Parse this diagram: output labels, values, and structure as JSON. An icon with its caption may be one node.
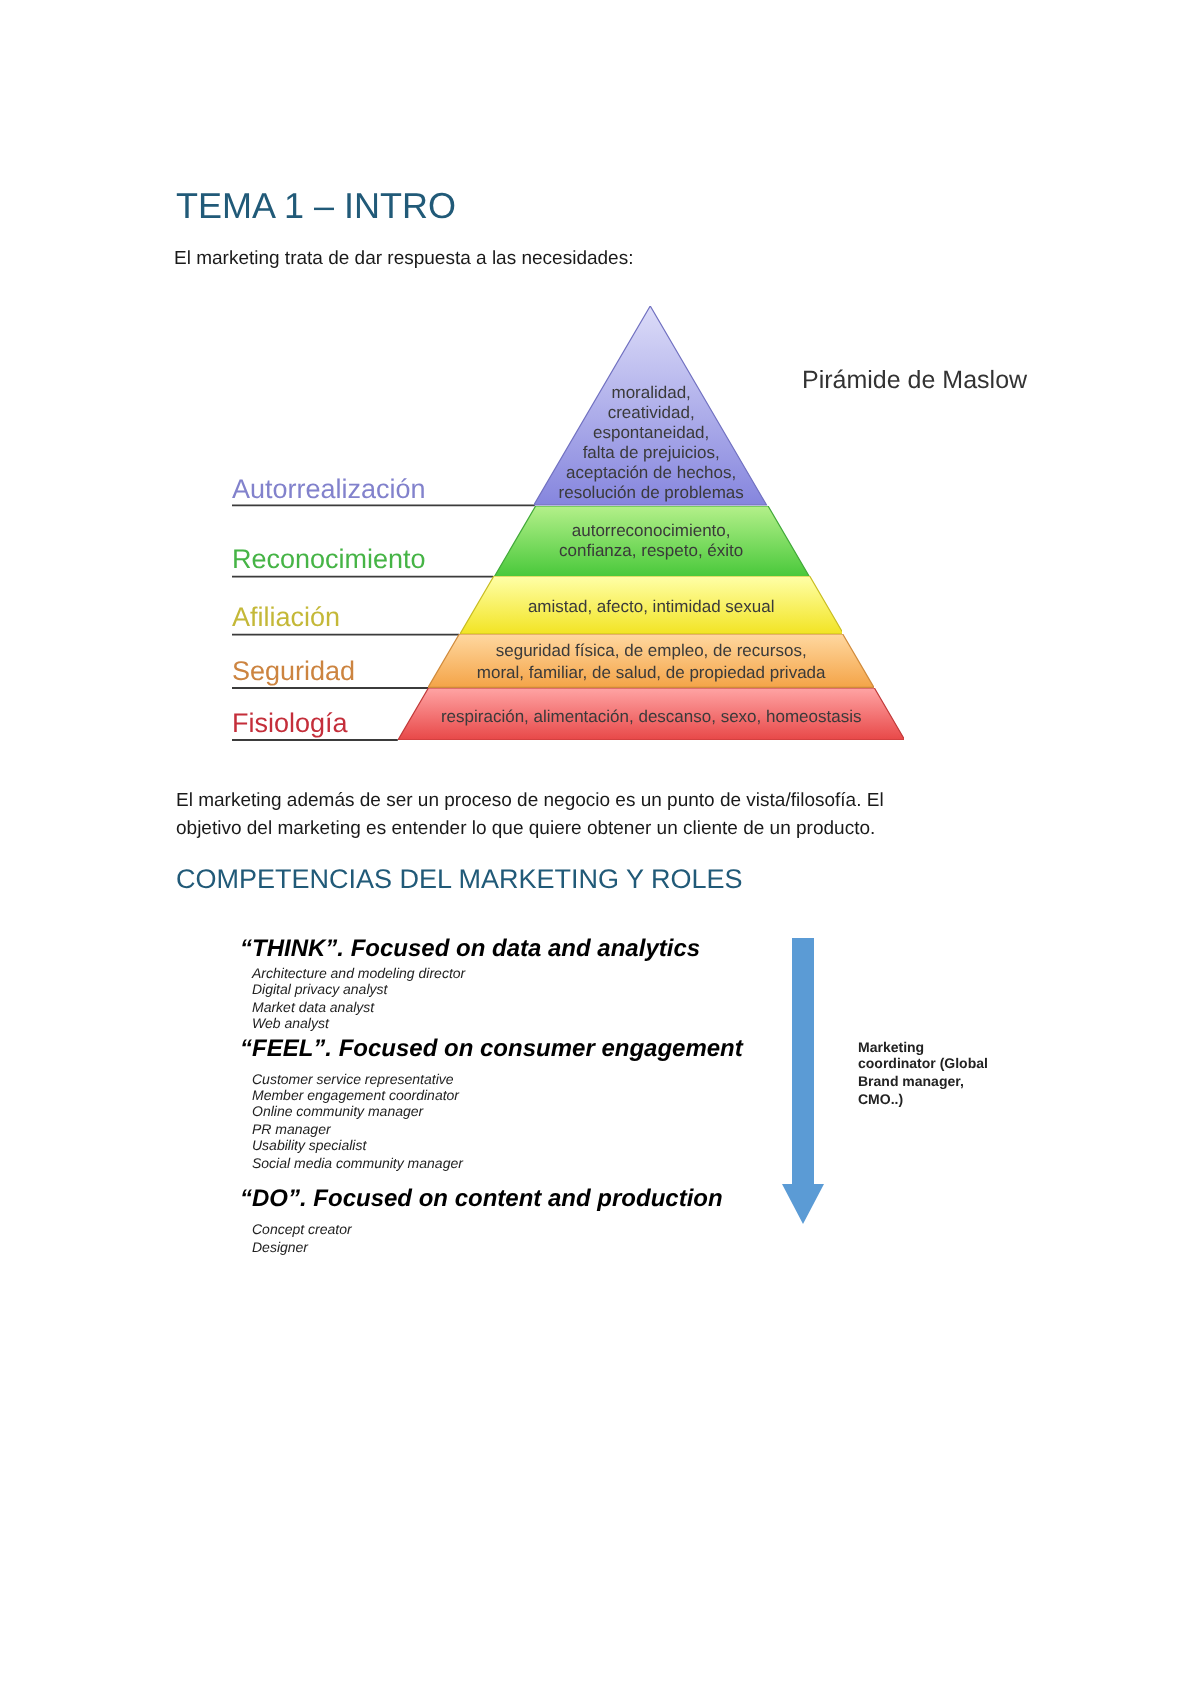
{
  "diagram": {
    "title": "TEMA 1 – INTRO",
    "nodes": [
      {
        "text": [
          "moralidad, creatividad, espontaneidad, falta de prejuicios, aceptación de hechos, resolución de problemas"
        ]
      },
      {
        "text": [
          "Autorrealización"
        ]
      },
      {
        "text": [
          "autorreconocimiento, confianza, respeto, éxito"
        ]
      },
      {
        "text": [
          "Reconocimiento"
        ]
      },
      {
        "text": [
          "amistad, afecto, intimidad sexual"
        ]
      },
      {
        "text": [
          "Afiliación"
        ]
      },
      {
        "text": [
          "seguridad física, de empleo, de recursos, moral, familiar, de salud, de propiedad privada"
        ]
      },
      {
        "text": [
          "Seguridad"
        ]
      },
      {
        "text": [
          "respiración, alimentación, descanso, sexo, homeostasis"
        ]
      },
      {
        "text": [
          "Fisiología"
        ]
      }
    ],
    "edges": [
      {
        "from": 1,
        "to": 0,
        "arrow": "none"
      },
      {
        "from": 3,
        "to": 2,
        "arrow": "none"
      },
      {
        "from": 5,
        "to": 4,
        "arrow": "none"
      },
      {
        "from": 7,
        "to": 6,
        "arrow": "none"
      },
      {
        "from": 9,
        "to": 8,
        "arrow": "none"
      }
    ],
    "labels": [
      "El marketing trata de dar respuesta a las necesidades:",
      "Pirámide de Maslow",
      "El marketing además de ser un proceso de negocio es un punto de vista/filosofía. El objetivo del marketing es entender lo que quiere obtener un cliente de un producto.",
      "COMPETENCIAS DEL MARKETING Y ROLES",
      "“THINK”. Focused on data and analytics",
      "Architecture and modeling director",
      "Digital privacy analyst",
      "Market data analyst",
      "Web analyst",
      "“FEEL”. Focused on consumer engagement",
      "Customer service representative",
      "Member engagement coordinator",
      "Online community manager",
      "PR manager",
      "Usability specialist",
      "Social media community manager",
      "“DO”. Focused on content and production",
      "Concept creator",
      "Designer",
      "Marketing coordinator (Global Brand manager, CMO..)"
    ]
  }
}
